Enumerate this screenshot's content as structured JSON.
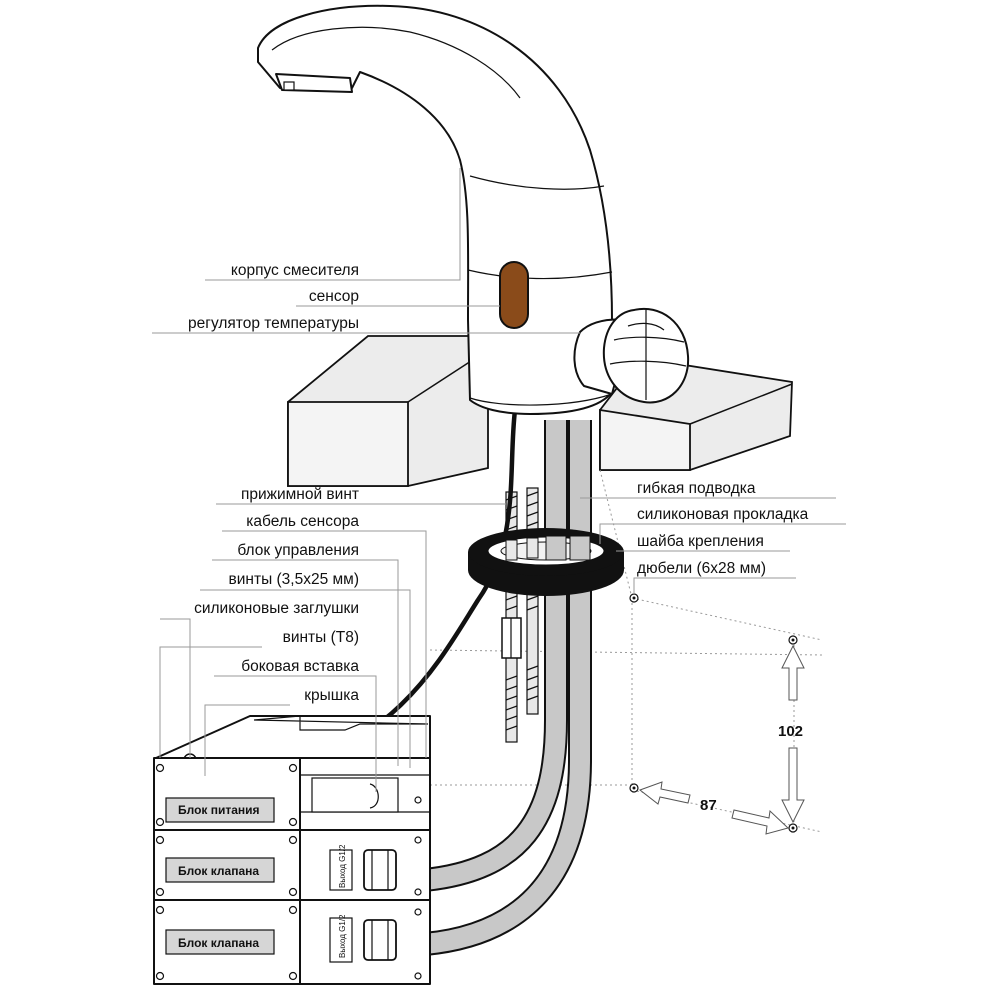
{
  "labels": {
    "body": "корпус смесителя",
    "sensor": "сенсор",
    "temp_regulator": "регулятор температуры",
    "clamp_screw": "прижимной винт",
    "sensor_cable": "кабель сенсора",
    "control_unit": "блок управления",
    "screws_35x25": "винты (3,5х25 мм)",
    "silicone_plugs": "силиконовые заглушки",
    "screws_t8": "винты (Т8)",
    "side_insert": "боковая вставка",
    "cover": "крышка",
    "flex_hose": "гибкая подводка",
    "silicone_gasket": "силиконовая прокладка",
    "mount_washer": "шайба крепления",
    "dowels": "дюбели (6х28 мм)"
  },
  "plates": {
    "power": "Блок питания",
    "valve1": "Блок клапана",
    "valve2": "Блок клапана"
  },
  "outlet_label": "Выход G1/2",
  "dimensions": {
    "height": "102",
    "width": "87"
  },
  "colors": {
    "sensor": "#8a4b1a",
    "hose": "#c8c8c8",
    "leader": "#9a9a9a",
    "outline": "#111111"
  }
}
